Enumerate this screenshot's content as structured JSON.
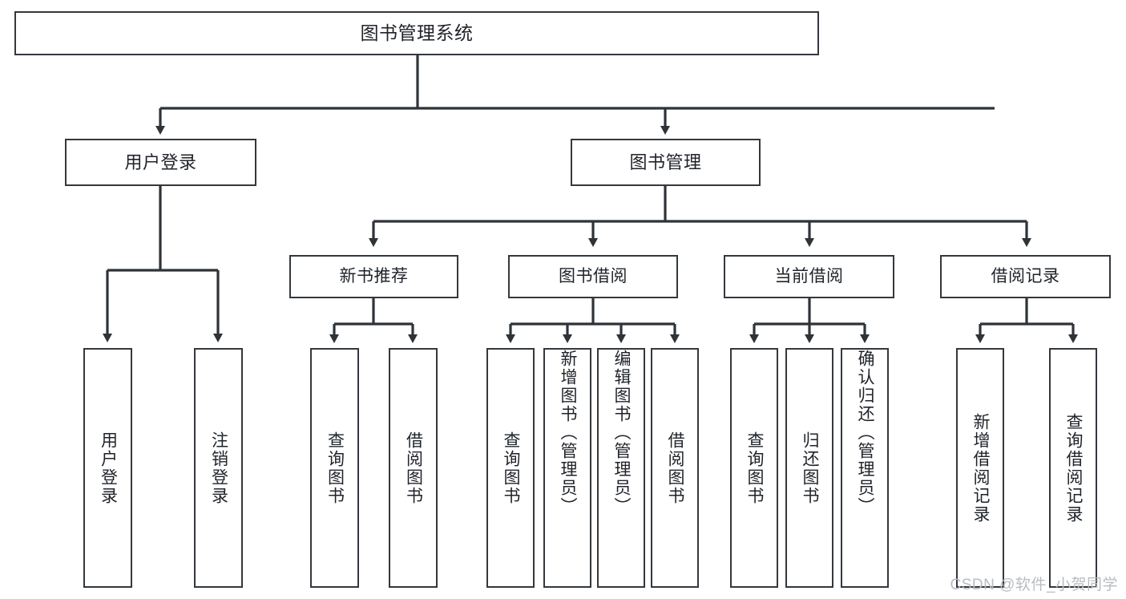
{
  "diagram": {
    "title": "图书管理系统",
    "type": "hierarchy-tree",
    "colors": {
      "box_border": "#33383d",
      "box_fill": "#ffffff",
      "connector": "#2e3338",
      "text": "#1f2329",
      "watermark": "#b9bcc0",
      "background": "#ffffff"
    },
    "nodes": {
      "root": {
        "label": "图书管理系统",
        "level": 1
      },
      "level2": [
        {
          "id": "user-login",
          "label": "用户登录"
        },
        {
          "id": "book-manage",
          "label": "图书管理"
        }
      ],
      "level3": [
        {
          "id": "new-book-recommend",
          "label": "新书推荐",
          "parent": "book-manage"
        },
        {
          "id": "book-borrow",
          "label": "图书借阅",
          "parent": "book-manage"
        },
        {
          "id": "current-borrow",
          "label": "当前借阅",
          "parent": "book-manage"
        },
        {
          "id": "borrow-record",
          "label": "借阅记录",
          "parent": "book-manage"
        }
      ],
      "leaves": [
        {
          "id": "leaf-user-login",
          "label": "用户登录",
          "parent": "user-login"
        },
        {
          "id": "leaf-logout-login",
          "label": "注销登录",
          "parent": "user-login"
        },
        {
          "id": "leaf-query-book-1",
          "label": "查询图书",
          "parent": "new-book-recommend"
        },
        {
          "id": "leaf-borrow-book-1",
          "label": "借阅图书",
          "parent": "new-book-recommend"
        },
        {
          "id": "leaf-query-book-2",
          "label": "查询图书",
          "parent": "book-borrow"
        },
        {
          "id": "leaf-add-book",
          "label": "新增图书（管理员）",
          "parent": "book-borrow"
        },
        {
          "id": "leaf-edit-book",
          "label": "编辑图书（管理员）",
          "parent": "book-borrow"
        },
        {
          "id": "leaf-borrow-book-2",
          "label": "借阅图书",
          "parent": "book-borrow"
        },
        {
          "id": "leaf-query-book-3",
          "label": "查询图书",
          "parent": "current-borrow"
        },
        {
          "id": "leaf-return-book",
          "label": "归还图书",
          "parent": "current-borrow"
        },
        {
          "id": "leaf-confirm-return",
          "label": "确认归还（管理员）",
          "parent": "current-borrow"
        },
        {
          "id": "leaf-add-record",
          "label": "新增借阅记录",
          "parent": "borrow-record"
        },
        {
          "id": "leaf-query-record",
          "label": "查询借阅记录",
          "parent": "borrow-record"
        }
      ]
    }
  },
  "watermark": {
    "text": "CSDN @软件_小贺同学"
  }
}
